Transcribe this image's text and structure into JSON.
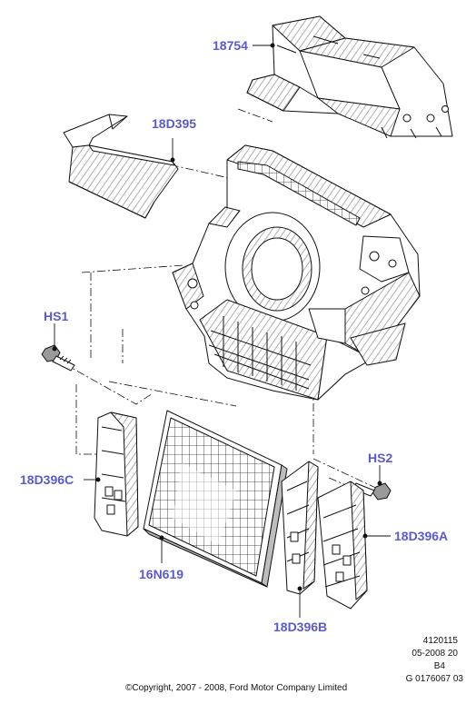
{
  "callouts": {
    "c18754": "18754",
    "c18D395": "18D395",
    "cHS1": "HS1",
    "cHS2": "HS2",
    "c18D396C": "18D396C",
    "c18D396A": "18D396A",
    "c16N619": "16N619",
    "c18D396B": "18D396B"
  },
  "meta": {
    "line1": "4120115",
    "line2": "05-2008 20",
    "line3": "B4",
    "line4": "G 0176067 03"
  },
  "copyright": "©Copyright, 2007 - 2008, Ford Motor Company Limited",
  "colors": {
    "callout": "#5a5ad0",
    "line": "#111111",
    "fill": "#ffffff",
    "shade": "#bdbdbd"
  }
}
